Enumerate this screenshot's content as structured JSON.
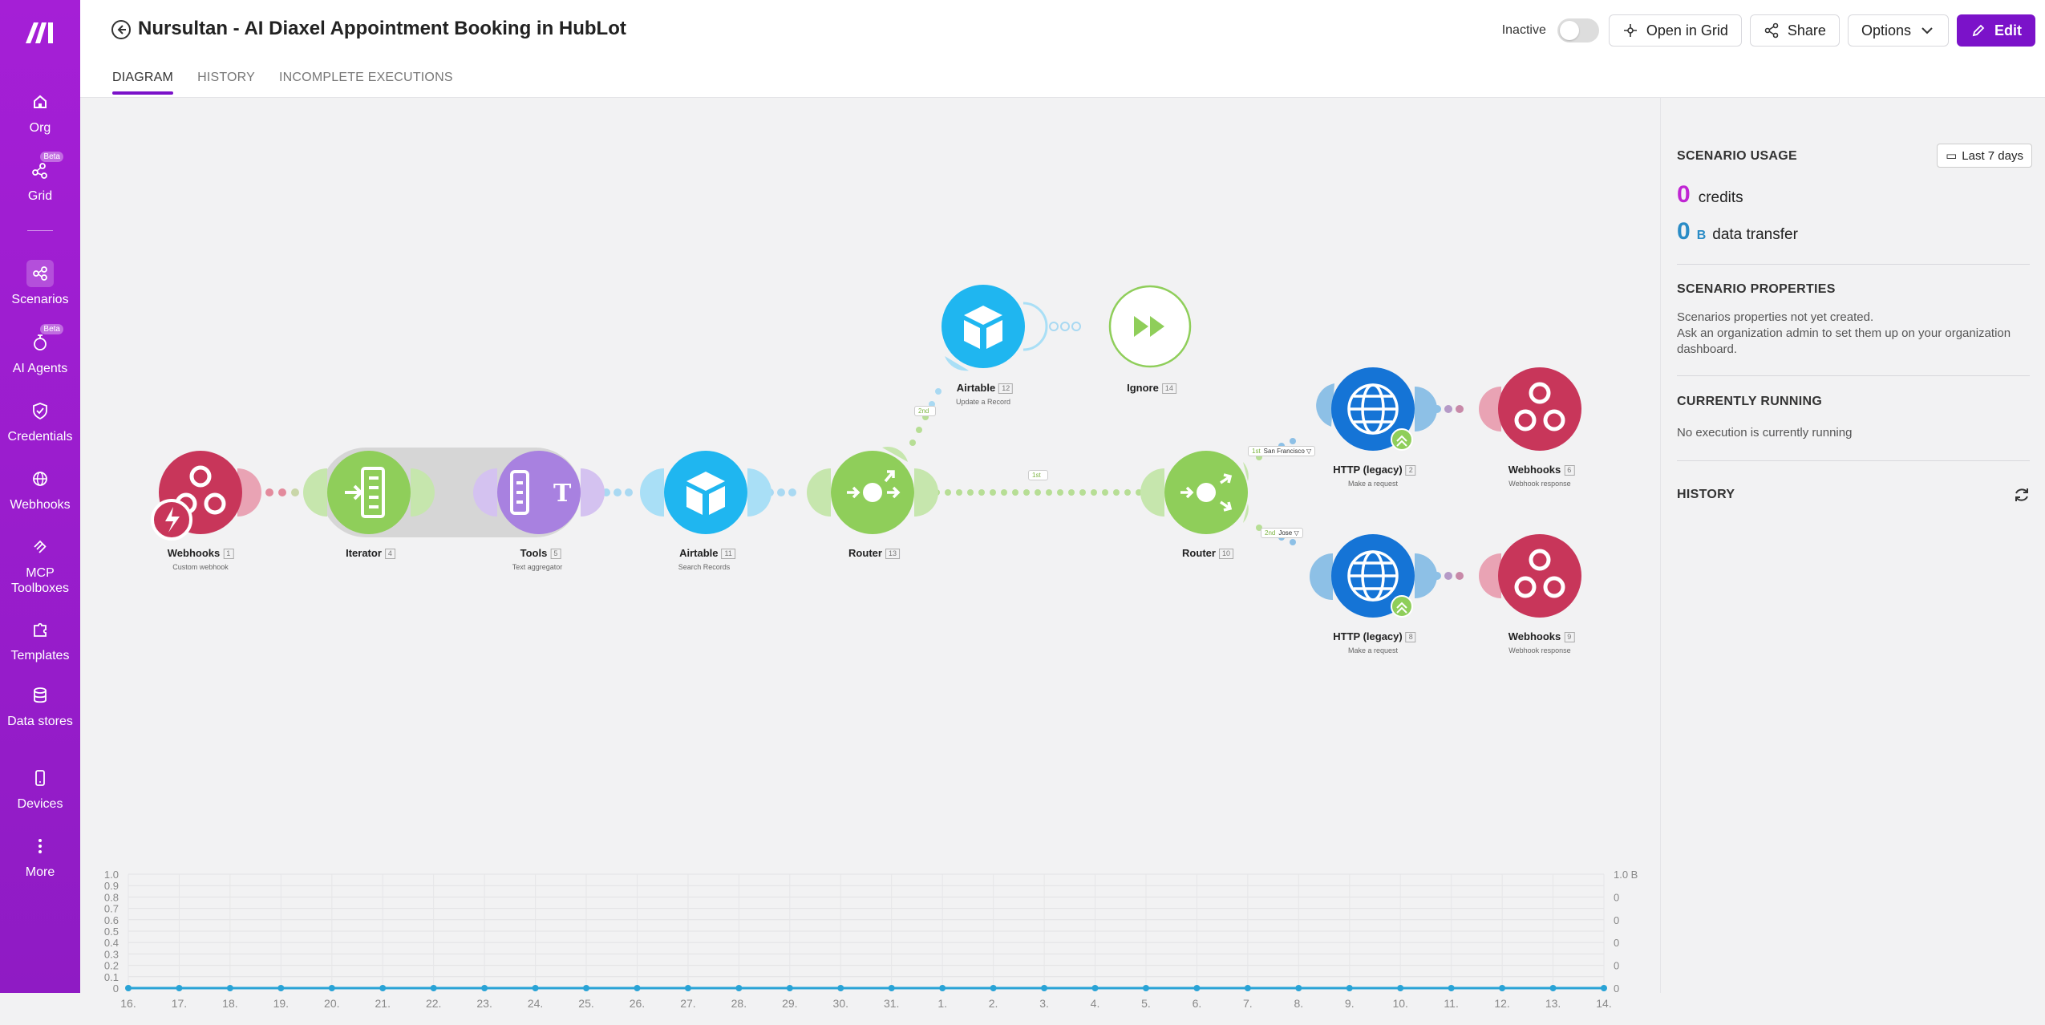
{
  "sidebar": {
    "items": [
      {
        "label": "Org"
      },
      {
        "label": "Grid",
        "badge": "Beta"
      },
      {
        "label": "Scenarios",
        "active": true
      },
      {
        "label": "AI Agents",
        "badge": "Beta"
      },
      {
        "label": "Credentials"
      },
      {
        "label": "Webhooks"
      },
      {
        "label": "MCP Toolboxes"
      },
      {
        "label": "Templates"
      },
      {
        "label": "Data stores"
      },
      {
        "label": "Devices"
      },
      {
        "label": "More"
      }
    ]
  },
  "header": {
    "title": "Nursultan - AI Diaxel Appointment Booking in HubLot",
    "status_label": "Inactive",
    "open_grid_label": "Open in Grid",
    "share_label": "Share",
    "options_label": "Options",
    "edit_label": "Edit"
  },
  "tabs": [
    {
      "label": "DIAGRAM",
      "active": true
    },
    {
      "label": "HISTORY"
    },
    {
      "label": "INCOMPLETE EXECUTIONS"
    }
  ],
  "modules": [
    {
      "name": "Webhooks",
      "num": "1",
      "sub": "Custom webhook"
    },
    {
      "name": "Iterator",
      "num": "4",
      "sub": ""
    },
    {
      "name": "Tools",
      "num": "5",
      "sub": "Text aggregator"
    },
    {
      "name": "Airtable",
      "num": "11",
      "sub": "Search Records"
    },
    {
      "name": "Router",
      "num": "13",
      "sub": ""
    },
    {
      "name": "Airtable",
      "num": "12",
      "sub": "Update a Record"
    },
    {
      "name": "Ignore",
      "num": "14",
      "sub": ""
    },
    {
      "name": "Router",
      "num": "10",
      "sub": ""
    },
    {
      "name": "HTTP (legacy)",
      "num": "2",
      "sub": "Make a request"
    },
    {
      "name": "Webhooks",
      "num": "6",
      "sub": "Webhook response"
    },
    {
      "name": "HTTP (legacy)",
      "num": "8",
      "sub": "Make a request"
    },
    {
      "name": "Webhooks",
      "num": "9",
      "sub": "Webhook response"
    }
  ],
  "routes": {
    "r13_first": "1st",
    "r13_second": "2nd",
    "r10_first_order": "1st",
    "r10_first_label": "San Francisco",
    "r10_second_order": "2nd",
    "r10_second_label": "Jose"
  },
  "panel": {
    "usage_title": "SCENARIO USAGE",
    "range_label": "Last 7 days",
    "credits_value": "0",
    "credits_label": "credits",
    "transfer_value": "0",
    "transfer_unit": "B",
    "transfer_label": "data transfer",
    "properties_title": "SCENARIO PROPERTIES",
    "properties_line1": "Scenarios properties not yet created.",
    "properties_line2": "Ask an organization admin to set them up on your organization dashboard.",
    "running_title": "CURRENTLY RUNNING",
    "running_text": "No execution is currently running",
    "history_title": "HISTORY"
  },
  "colors": {
    "sidebar": "#a020d0",
    "accent": "#7b12c9",
    "webhooks": "#c8365a",
    "iterator": "#8fce5a",
    "tools": "#a881e0",
    "airtable": "#1fb6f0",
    "router": "#8fce5a",
    "http": "#1574d6",
    "credits": "#c026d3",
    "transfer": "#2a8cc6"
  },
  "chart_data": {
    "type": "line",
    "categories": [
      "16.",
      "17.",
      "18.",
      "19.",
      "20.",
      "21.",
      "22.",
      "23.",
      "24.",
      "25.",
      "26.",
      "27.",
      "28.",
      "29.",
      "30.",
      "31.",
      "1.",
      "2.",
      "3.",
      "4.",
      "5.",
      "6.",
      "7.",
      "8.",
      "9.",
      "10.",
      "11.",
      "12.",
      "13.",
      "14."
    ],
    "series": [
      {
        "values": [
          0,
          0,
          0,
          0,
          0,
          0,
          0,
          0,
          0,
          0,
          0,
          0,
          0,
          0,
          0,
          0,
          0,
          0,
          0,
          0,
          0,
          0,
          0,
          0,
          0,
          0,
          0,
          0,
          0,
          0
        ]
      }
    ],
    "y_left_ticks": [
      "1.0",
      "0.9",
      "0.8",
      "0.7",
      "0.6",
      "0.5",
      "0.4",
      "0.3",
      "0.2",
      "0.1",
      "0"
    ],
    "y_right_ticks": [
      "1.0 B",
      "0",
      "0",
      "0",
      "0",
      "0"
    ],
    "ylim": [
      0,
      1
    ],
    "grid": true
  }
}
